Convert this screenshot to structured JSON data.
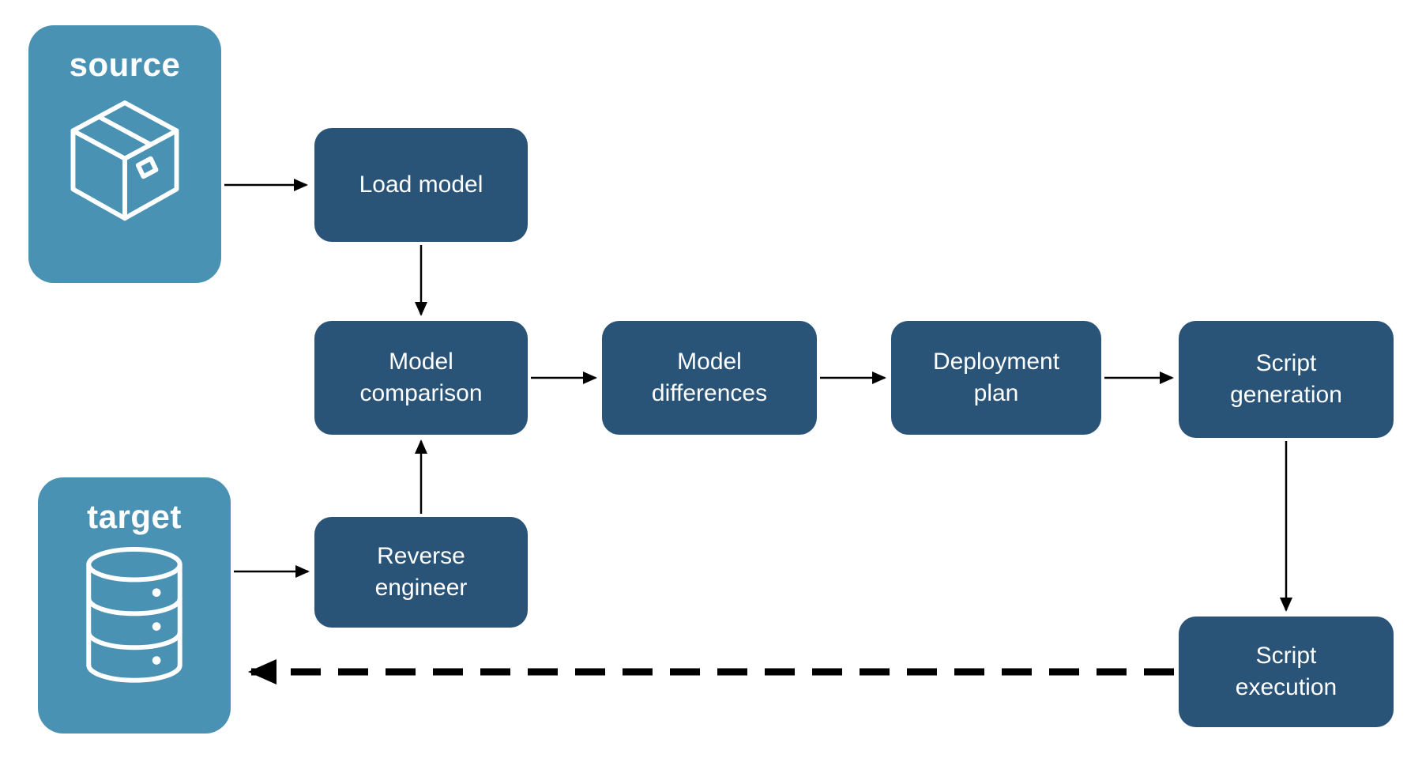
{
  "colors": {
    "background": "#ffffff",
    "endpoint_fill": "#4a92b3",
    "process_fill": "#2a5378",
    "label_text": "#ffffff",
    "arrow": "#000000"
  },
  "nodes": {
    "source": {
      "label": "source",
      "icon": "package-icon"
    },
    "target": {
      "label": "target",
      "icon": "database-icon"
    },
    "load_model": {
      "label": "Load model"
    },
    "model_comparison": {
      "label": "Model comparison"
    },
    "model_differences": {
      "label": "Model differences"
    },
    "deployment_plan": {
      "label": "Deployment plan"
    },
    "script_generation": {
      "label": "Script generation"
    },
    "reverse_engineer": {
      "label": "Reverse engineer"
    },
    "script_execution": {
      "label": "Script execution"
    }
  },
  "edges": [
    {
      "from": "source",
      "to": "load_model",
      "style": "solid"
    },
    {
      "from": "load_model",
      "to": "model_comparison",
      "style": "solid"
    },
    {
      "from": "model_comparison",
      "to": "model_differences",
      "style": "solid"
    },
    {
      "from": "model_differences",
      "to": "deployment_plan",
      "style": "solid"
    },
    {
      "from": "deployment_plan",
      "to": "script_generation",
      "style": "solid"
    },
    {
      "from": "target",
      "to": "reverse_engineer",
      "style": "solid"
    },
    {
      "from": "reverse_engineer",
      "to": "model_comparison",
      "style": "solid"
    },
    {
      "from": "script_generation",
      "to": "script_execution",
      "style": "solid"
    },
    {
      "from": "script_execution",
      "to": "target",
      "style": "dashed"
    }
  ]
}
